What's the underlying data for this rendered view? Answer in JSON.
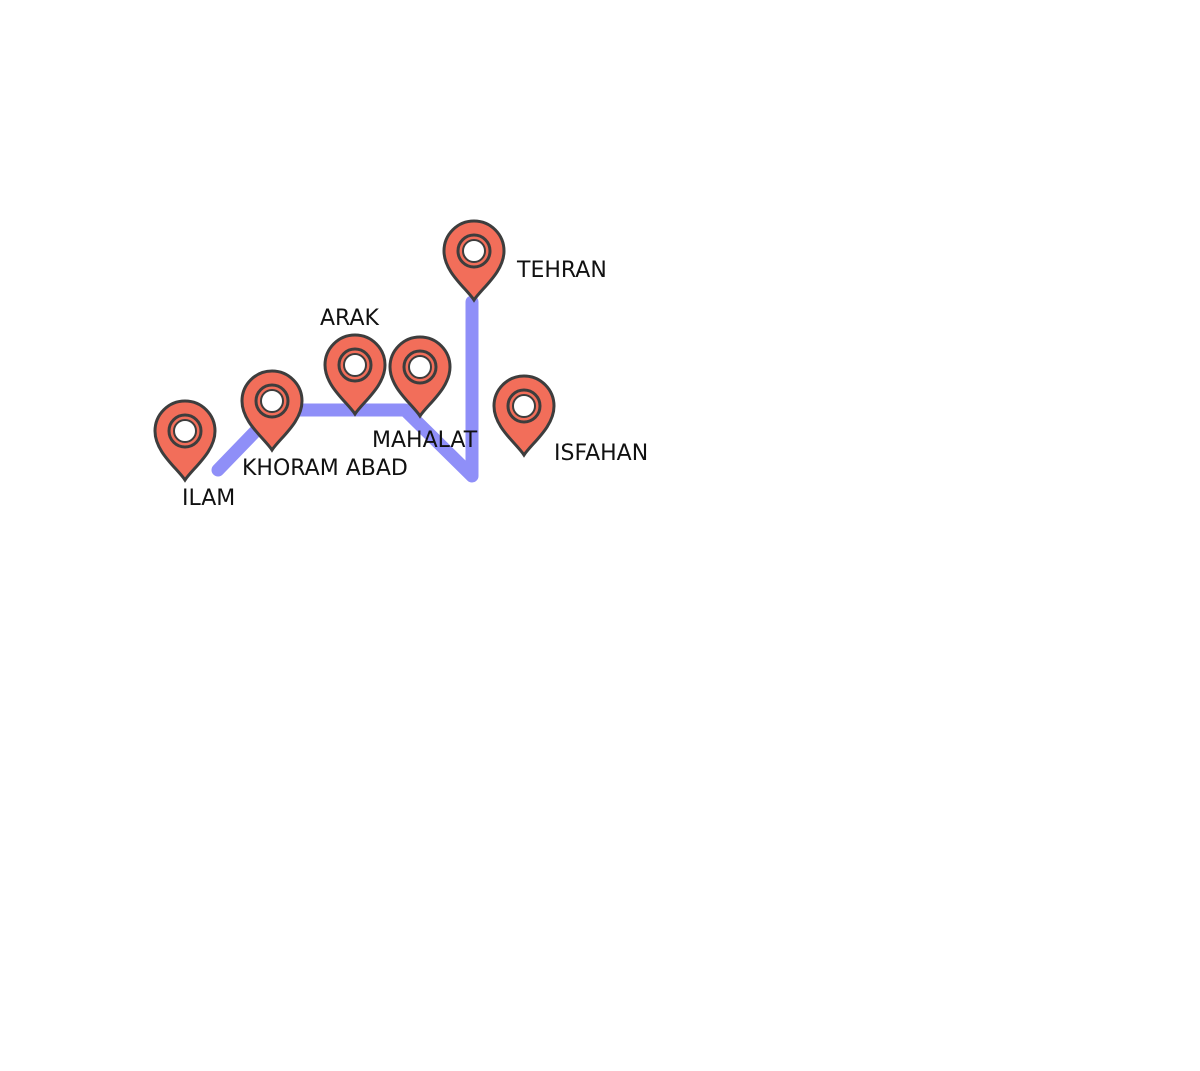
{
  "colors": {
    "route": "#8f8ff8",
    "pin_fill": "#f26e5a",
    "pin_stroke": "#3d3d3d",
    "label": "#111111",
    "background": "#ffffff"
  },
  "markers": {
    "icon": "map-pin-icon",
    "cities": [
      {
        "id": "ilam",
        "name": "ILAM"
      },
      {
        "id": "khoram-abad",
        "name": "KHORAM ABAD"
      },
      {
        "id": "arak",
        "name": "ARAK"
      },
      {
        "id": "mahalat",
        "name": "MAHALAT"
      },
      {
        "id": "tehran",
        "name": "TEHRAN"
      },
      {
        "id": "isfahan",
        "name": "ISFAHAN"
      }
    ]
  },
  "route": {
    "name": ""
  }
}
